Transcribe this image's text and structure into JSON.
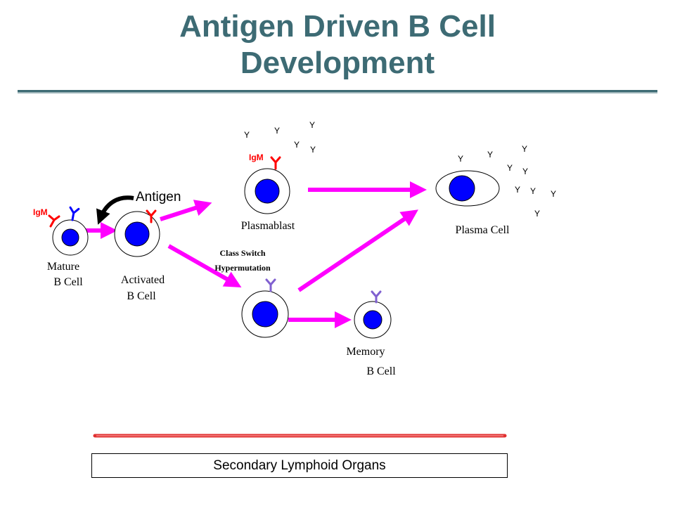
{
  "title_line1": "Antigen Driven B Cell",
  "title_line2": "Development",
  "labels": {
    "mature_line1": "Mature",
    "mature_line2": "B Cell",
    "activated_line1": "Activated",
    "activated_line2": "B Cell",
    "plasmablast": "Plasmablast",
    "plasma_cell": "Plasma Cell",
    "memory_line1": "Memory",
    "memory_line2": "B Cell",
    "class_switch_line1": "Class Switch",
    "class_switch_line2": "Hypermutation",
    "antigen": "Antigen",
    "igm": "IgM",
    "antibody_glyph": "Y"
  },
  "footer": "Secondary Lymphoid Organs",
  "colors": {
    "title": "#3d6b74",
    "arrow": "#ff00ff",
    "nucleus": "#0000ff",
    "igm_receptor": "#ff0000",
    "blue_receptor": "#0000ff",
    "switched_receptor": "#8060d0"
  }
}
